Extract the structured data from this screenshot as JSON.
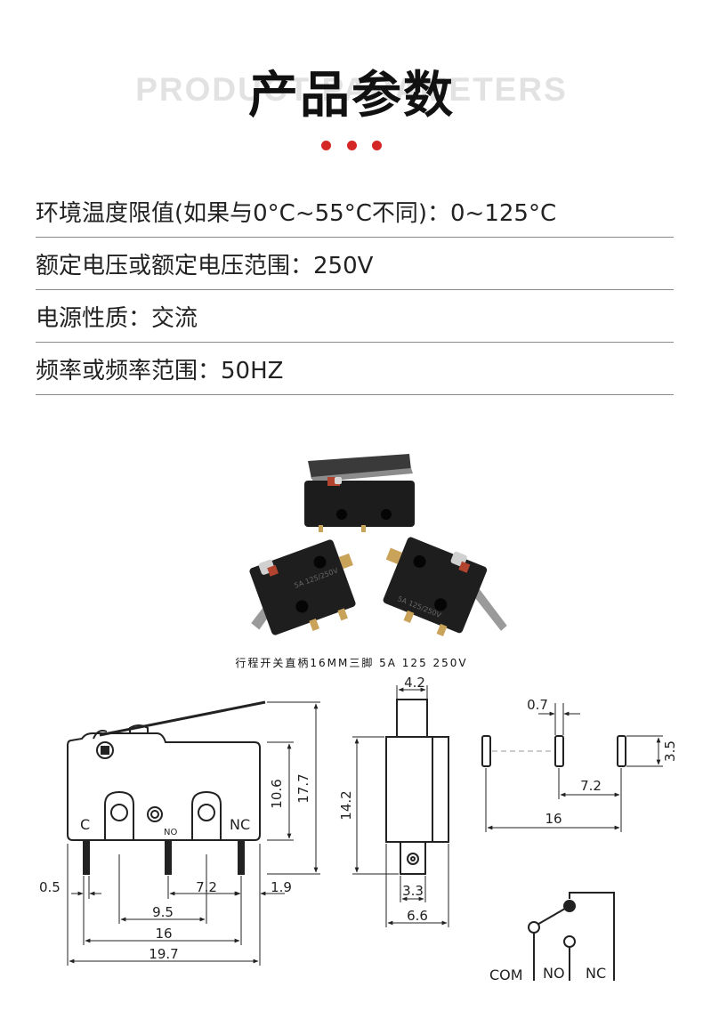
{
  "header": {
    "watermark": "PRODUCT PARAMETERS",
    "title": "产品参数"
  },
  "accent_color": "#d52626",
  "parameters": [
    "环境温度限值(如果与0°C~55°C不同)：0~125°C",
    "额定电压或额定电压范围：250V",
    "电源性质：交流",
    "频率或频率范围：50HZ"
  ],
  "product_caption": "行程开关直柄16MM三脚 5A 125 250V",
  "switch_markings": {
    "left_unit": "5A 125/250V",
    "right_unit": "5A 125/250V"
  },
  "dimensions": {
    "front": {
      "height_body": "10.6",
      "height_total": "17.7",
      "pin_width": "0.5",
      "pin_spacing": "7.2",
      "pin_offset": "1.9",
      "hole_spacing": "9.5",
      "pin_span": "16",
      "body_length": "19.7"
    },
    "side": {
      "top_width": "4.2",
      "body_height": "14.2",
      "terminal_width": "3.3",
      "body_width": "6.6"
    },
    "pinout_view": {
      "pin_thickness": "0.7",
      "pin_length": "3.5",
      "pin_spacing": "7.2",
      "pin_span": "16"
    }
  },
  "pins": {
    "com": "C",
    "no": "NO",
    "nc": "NC"
  },
  "schematic": {
    "com": "COM",
    "no": "NO",
    "nc": "NC"
  }
}
